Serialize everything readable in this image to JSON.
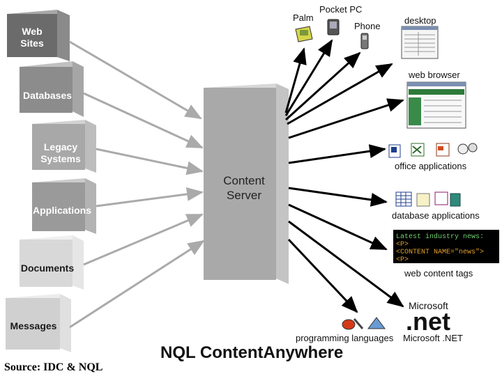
{
  "sources": [
    {
      "label_lines": [
        "Web",
        "Sites"
      ],
      "color": "#6b6b6b",
      "side": "#8a8a8a",
      "top": "#a8a8a8"
    },
    {
      "label_lines": [
        "Databases"
      ],
      "color": "#8c8c8c",
      "side": "#a6a6a6",
      "top": "#c0c0c0"
    },
    {
      "label_lines": [
        "Legacy",
        "Systems"
      ],
      "color": "#a8a8a8",
      "side": "#bdbdbd",
      "top": "#d2d2d2"
    },
    {
      "label_lines": [
        "Applications"
      ],
      "color": "#9a9a9a",
      "side": "#b3b3b3",
      "top": "#cbcbcb"
    },
    {
      "label_lines": [
        "Documents"
      ],
      "color": "#d8d8d8",
      "side": "#e6e6e6",
      "top": "#f0f0f0"
    },
    {
      "label_lines": [
        "Messages"
      ],
      "color": "#d0d0d0",
      "side": "#e0e0e0",
      "top": "#ececec"
    }
  ],
  "center": {
    "label_lines": [
      "Content",
      "Server"
    ]
  },
  "destinations": {
    "palm": "Palm",
    "pocket_pc": "Pocket PC",
    "phone": "Phone",
    "desktop": "desktop",
    "web_browser": "web browser",
    "office_applications": "office applications",
    "database_applications": "database applications",
    "web_content_tags": "web content tags",
    "programming_languages": "programming languages",
    "microsoft_net": "Microsoft .NET"
  },
  "code_snippet": [
    "Latest industry news:",
    "<P>",
    "<CONTENT NAME=\"news\">",
    "<P>"
  ],
  "ms_logo": {
    "brand": "Microsoft",
    "net": ".net"
  },
  "title": "NQL ContentAnywhere",
  "source_note": "Source: IDC & NQL",
  "colors": {
    "arrow": "#000000",
    "input_arrow": "#a9a9a9",
    "server_front": "#a9a9a9",
    "server_side": "#c4c4c4",
    "server_top": "#d8d8d8"
  }
}
